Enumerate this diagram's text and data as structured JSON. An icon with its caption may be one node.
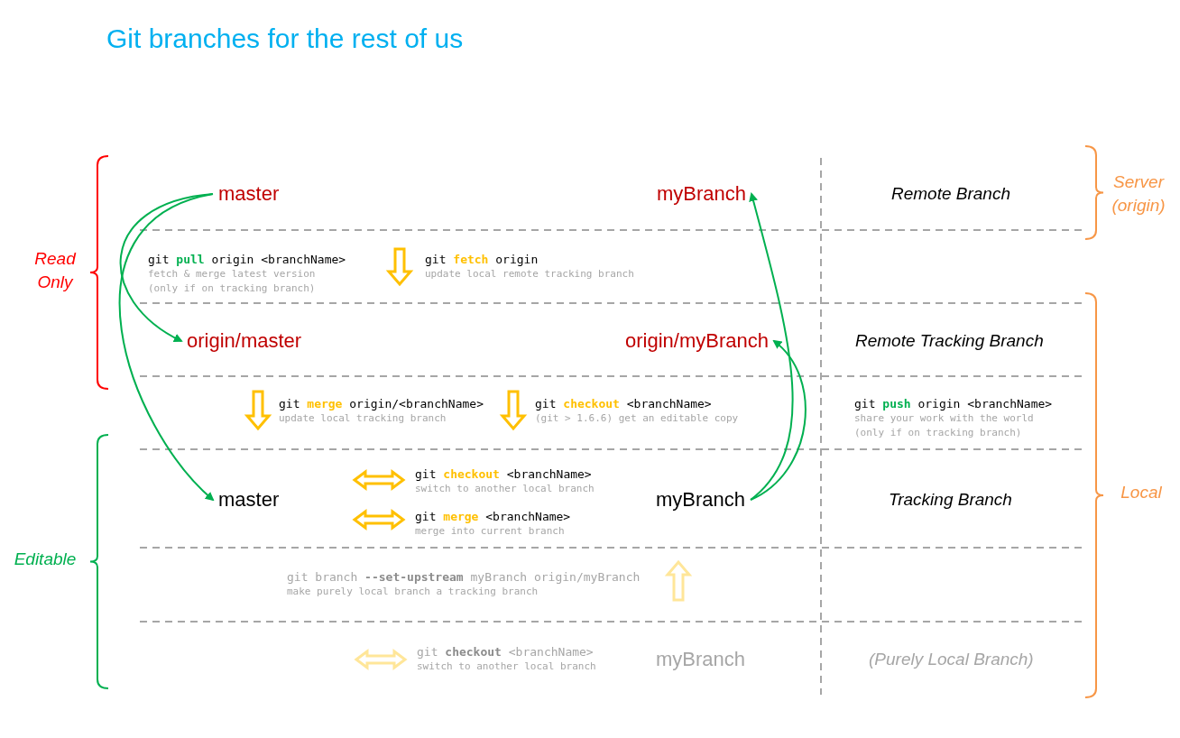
{
  "diagram": {
    "title": "Git branches for the rest of us",
    "nodes": [
      {
        "text": [
          "master"
        ]
      },
      {
        "text": [
          "myBranch"
        ]
      },
      {
        "text": [
          "origin/master"
        ]
      },
      {
        "text": [
          "origin/myBranch"
        ]
      },
      {
        "text": [
          "master"
        ]
      },
      {
        "text": [
          "myBranch"
        ]
      },
      {
        "text": [
          "myBranch"
        ]
      }
    ],
    "edges": [
      {
        "from": 0,
        "to": 2,
        "arrow": "to"
      },
      {
        "from": 0,
        "to": 4,
        "arrow": "to"
      },
      {
        "from": 5,
        "to": 3,
        "arrow": "to"
      },
      {
        "from": 5,
        "to": 1,
        "arrow": "to"
      }
    ],
    "labels": [
      "Remote Branch",
      "Server (origin)",
      "Read Only",
      "git **pull** origin <branchName>",
      "fetch & merge latest version (only if on tracking branch)",
      "git **fetch** origin",
      "update local remote tracking branch",
      "Remote Tracking Branch",
      "git **merge** origin/<branchName>",
      "update local tracking branch",
      "git **checkout** <branchName>",
      "(git > 1.6.6) get an editable copy",
      "git **push** origin <branchName>",
      "share your work with the world (only if on tracking branch)",
      "Local",
      "git **checkout** <branchName>",
      "switch to another local branch",
      "Tracking Branch",
      "Editable",
      "git **merge** <branchName>",
      "merge into current branch",
      "git branch **--set-upstream** myBranch origin/myBranch",
      "make purely local branch a tracking branch",
      "git **checkout** <branchName>",
      "switch to another local branch",
      "(Purely Local Branch)"
    ]
  }
}
